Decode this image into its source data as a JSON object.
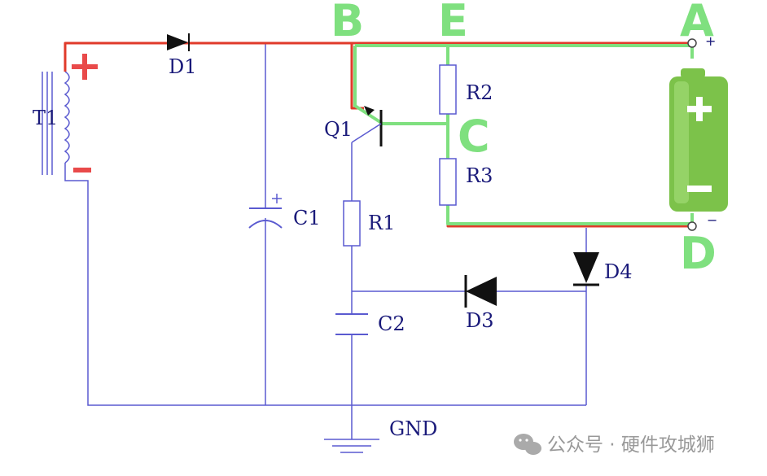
{
  "labels": {
    "T1": "T1",
    "D1": "D1",
    "C1": "C1",
    "Q1": "Q1",
    "R1": "R1",
    "R2": "R2",
    "R3": "R3",
    "C2": "C2",
    "D3": "D3",
    "D4": "D4",
    "GND": "GND"
  },
  "nodes": {
    "A": "A",
    "B": "B",
    "C": "C",
    "D": "D",
    "E": "E"
  },
  "polarity": {
    "plus": "+",
    "minus": "−"
  },
  "battery_symbols": {
    "plus": "+",
    "minus": "−"
  },
  "colors": {
    "wire": "#5a5ad0",
    "charge_path": "#e03a2a",
    "base_path": "#7fe07f",
    "node_label": "#7fe07f",
    "battery_body": "#7cc24a",
    "coil_polarity": "#e94a4a"
  },
  "watermark": "公众号 · 硬件攻城狮"
}
